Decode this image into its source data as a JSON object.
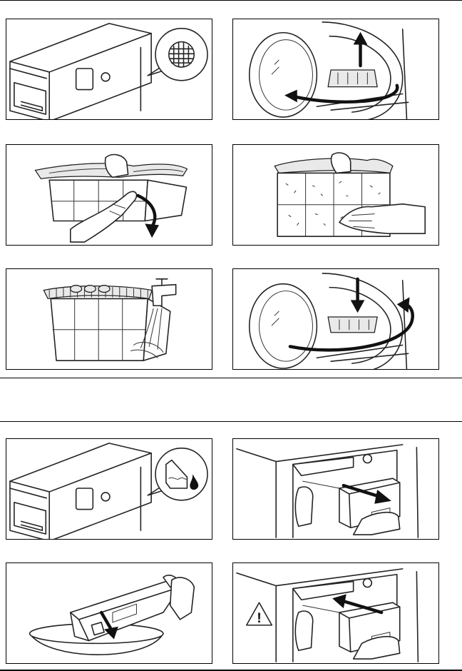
{
  "figures": [
    {
      "id": "condenser-filter-icon",
      "icon": "filter-grid-icon"
    },
    {
      "id": "open-door-pull-filter"
    },
    {
      "id": "open-filter"
    },
    {
      "id": "clean-filter-by-hand"
    },
    {
      "id": "rinse-filter-under-tap",
      "icon": "tap-water-icon"
    },
    {
      "id": "reinsert-filter-close-door"
    },
    {
      "id": "water-container-icon",
      "icon": "water-container-drop-icon"
    },
    {
      "id": "pull-out-water-container"
    },
    {
      "id": "empty-water-container"
    },
    {
      "id": "push-in-water-container",
      "icon": "warning-triangle-icon"
    }
  ],
  "warning_symbol": "!"
}
